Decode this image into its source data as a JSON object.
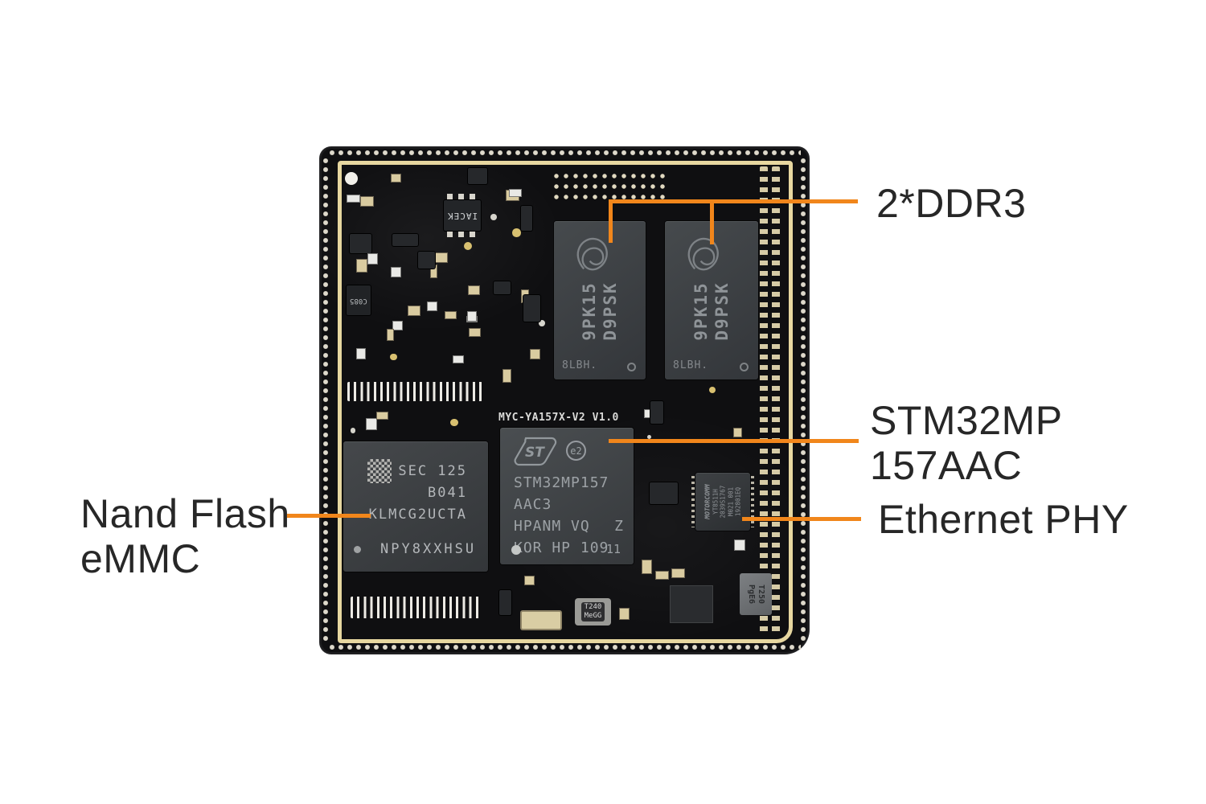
{
  "figure": {
    "background": "#ffffff",
    "subject": "annotated system-on-module PCB photo"
  },
  "colors": {
    "accent_orange": "#F1861B",
    "label_text": "#272727",
    "board_black": "#0F0F11",
    "gold_frame": "#E7D7A0",
    "chip_body": "#3C3F42",
    "chip_text": "#A3A7AA",
    "silkscreen_white": "#D9D9D7"
  },
  "annotations": [
    {
      "id": "ddr3",
      "lines": [
        "2*DDR3"
      ]
    },
    {
      "id": "stm32mp",
      "lines": [
        "STM32MP",
        "157AAC"
      ]
    },
    {
      "id": "ethernet-phy",
      "lines": [
        "Ethernet PHY"
      ]
    },
    {
      "id": "nand-flash-emmc",
      "lines": [
        "Nand Flash",
        "eMMC"
      ]
    }
  ],
  "board": {
    "silkscreen_title": "MYC-YA157X-V2 V1.0",
    "ddr_chip": {
      "logo": "micron-logo",
      "vertical_line1": "9PK15",
      "vertical_line2": "D9PSK",
      "date_code": "8LBH."
    },
    "cpu_chip": {
      "logo": "st-logo",
      "cert_mark": "e2",
      "line1": "STM32MP157",
      "line2": "AAC3",
      "line3": "HPANM VQ",
      "line3_right": "Z",
      "line4": "KOR HP 109",
      "corner_mark": "11"
    },
    "emmc_chip": {
      "line1": "SEC 125",
      "line2": "B041",
      "line3": "KLMCG2UCTA",
      "line4": "NPY8XXHSU"
    },
    "phy_chip": {
      "line1": "MOTORCOMM",
      "line2": "YT8511H",
      "line3": "2039S1767",
      "line4": "M021 001",
      "line5": "192801EQ"
    },
    "small_parts": {
      "ic_iacek": "IACEK",
      "sot_c085": "C085",
      "xtal1_line1": "T240",
      "xtal1_line2": "MeGG",
      "ic_t250_line1": "T250",
      "ic_t250_line2": "PgE6"
    }
  }
}
